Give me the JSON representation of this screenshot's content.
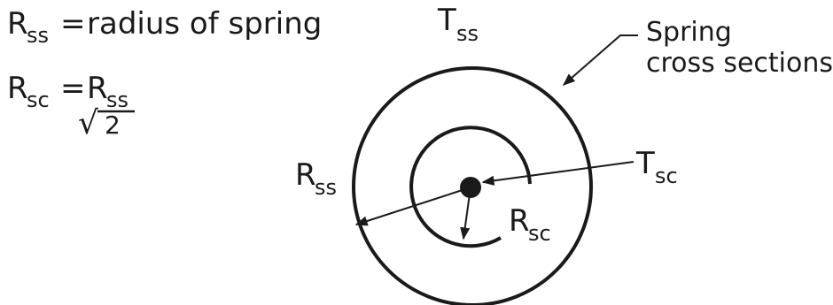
{
  "legend": {
    "line1": {
      "symbol": "R",
      "sub": "ss",
      "equals": "=",
      "text": "radius of spring"
    },
    "line2": {
      "symbol": "R",
      "sub": "sc",
      "equals": "=",
      "rhs_symbol": "R",
      "rhs_sub": "ss",
      "root_sign": "√",
      "root_value": "2"
    }
  },
  "diagram": {
    "top_label": {
      "symbol": "T",
      "sub": "ss"
    },
    "spring_label": {
      "line1": "Spring",
      "line2": "cross sections"
    },
    "left_label": {
      "symbol": "R",
      "sub": "ss"
    },
    "right_label": {
      "symbol": "T",
      "sub": "sc"
    },
    "inner_label": {
      "symbol": "R",
      "sub": "sc"
    }
  },
  "colors": {
    "ink": "#1a1a1a",
    "background": "#ffffff"
  }
}
